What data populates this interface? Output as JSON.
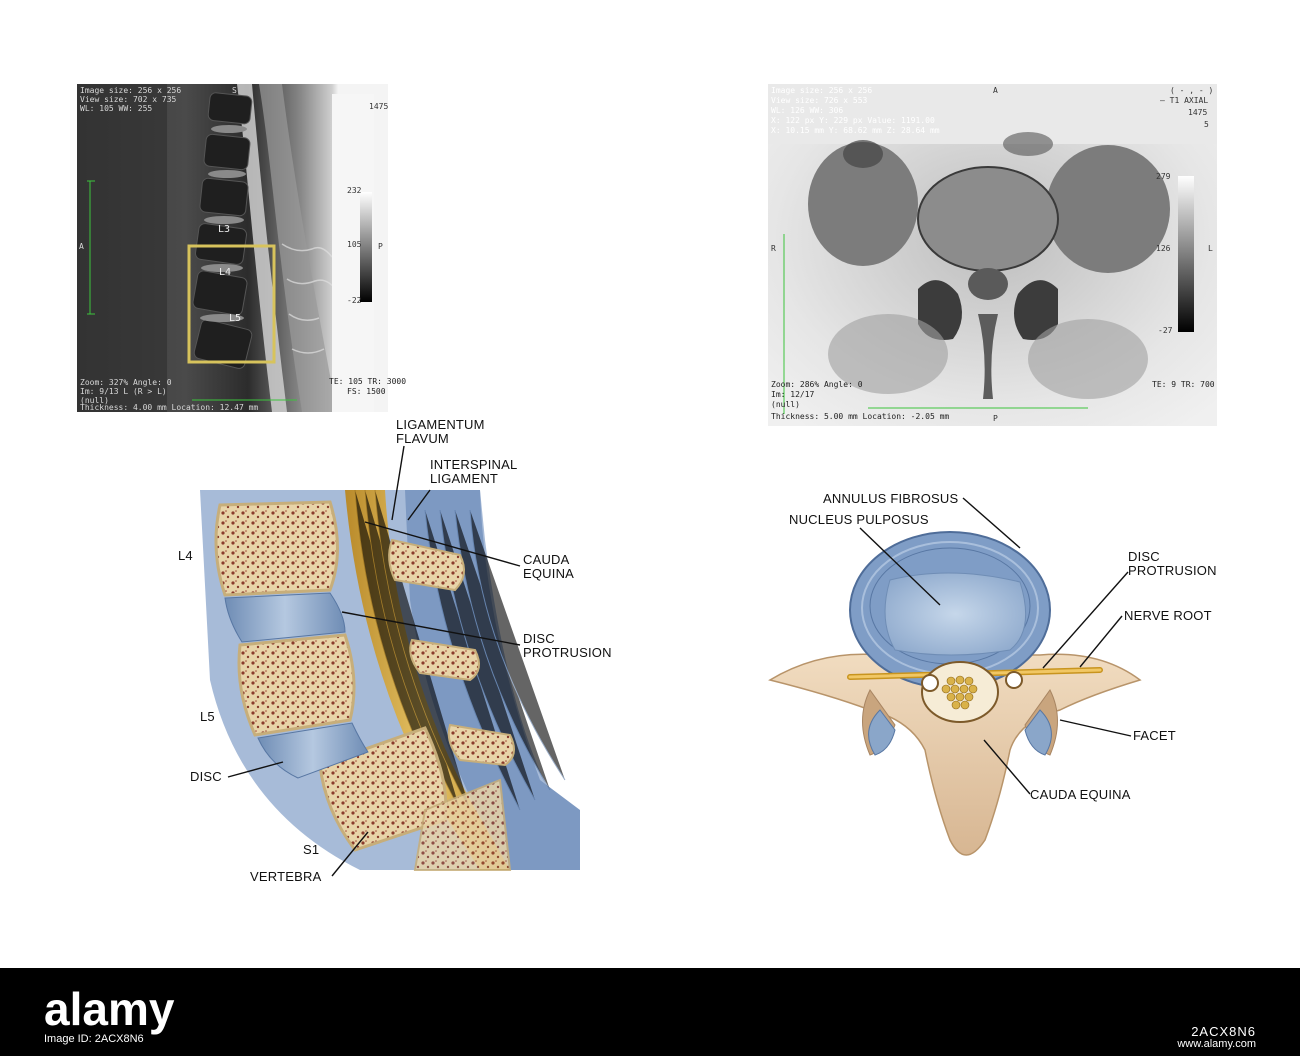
{
  "mri_sagittal": {
    "header_lines": [
      "Image size: 256 x 256",
      "View size: 702 x 735",
      "WL: 105 WW: 255"
    ],
    "footer_lines": [
      "Zoom: 327% Angle: 0",
      "Im: 9/13 L (R > L)",
      "(null)",
      "Thickness: 4.00 mm Location: 12.47 mm"
    ],
    "top_marker": "S",
    "left_marker": "A",
    "right_marker": "P",
    "top_right_number": "1475",
    "scale_values": [
      "232",
      "105",
      "-22"
    ],
    "params": "TE: 105 TR: 3000",
    "params_extra": "FS: 1500",
    "vertebra_labels": [
      "L3",
      "L4",
      "L5"
    ]
  },
  "mri_axial": {
    "header_lines": [
      "Image size: 256 x 256",
      "View size: 726 x 553",
      "WL: 126 WW: 306",
      "X: 122 px Y: 229 px Value: 1191.00",
      "X: 10.15 mm Y: 68.62 mm Z: 28.64 mm"
    ],
    "top_marker": "A",
    "top_right_lines": [
      "( - , - )",
      "— T1 AXIAL",
      "1475",
      "5"
    ],
    "scale_values": [
      "279",
      "126",
      "-27"
    ],
    "left_marker": "R",
    "right_marker": "L",
    "bottom_marker": "P",
    "footer_lines": [
      "Zoom: 286% Angle: 0",
      "Im: 12/17",
      "(null)",
      "Thickness: 5.00 mm Location: -2.05 mm"
    ],
    "params": "TE: 9 TR: 700"
  },
  "sagittal_diagram": {
    "labels": {
      "ligamentum_flavum": "LIGAMENTUM\nFLAVUM",
      "interspinal_ligament": "INTERSPINAL\nLIGAMENT",
      "cauda_equina": "CAUDA\nEQUINA",
      "disc_protrusion": "DISC\nPROTRUSION",
      "l4": "L4",
      "l5": "L5",
      "disc": "DISC",
      "s1": "S1",
      "vertebra": "VERTEBRA"
    }
  },
  "axial_diagram": {
    "labels": {
      "annulus_fibrosus": "ANNULUS FIBROSUS",
      "nucleus_pulposus": "NUCLEUS PULPOSUS",
      "disc_protrusion": "DISC\nPROTRUSION",
      "nerve_root": "NERVE ROOT",
      "facet": "FACET",
      "cauda_equina": "CAUDA EQUINA"
    }
  },
  "footer": {
    "brand": "alamy",
    "image_id": "Image ID: 2ACX8N6",
    "code": "2ACX8N6",
    "url": "www.alamy.com"
  },
  "colors": {
    "bone": "#e8d4a8",
    "marrow": "#8a3b2c",
    "disc_blue": "#8aa6c9",
    "ligament_yellow": "#d9b24a",
    "mri_highlight_box": "#d7c35c"
  }
}
